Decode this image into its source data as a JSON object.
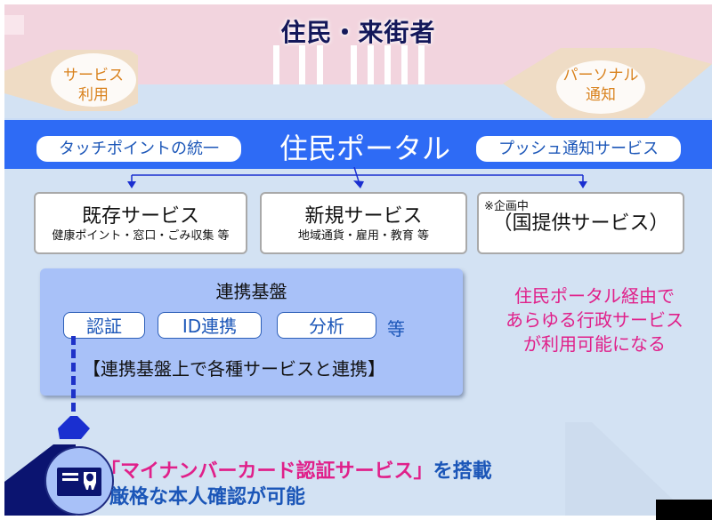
{
  "header": {
    "title": "住民・来街者",
    "left_flow": [
      "サービス",
      "利用"
    ],
    "right_flow": [
      "パーソナル",
      "通知"
    ]
  },
  "portal": {
    "title": "住民ポータル",
    "left_pill": "タッチポイントの統一",
    "right_pill": "プッシュ通知サービス"
  },
  "services": [
    {
      "title": "既存サービス",
      "subtitle": "健康ポイント・窓口・ごみ収集 等",
      "note": ""
    },
    {
      "title": "新規サービス",
      "subtitle": "地域通貨・雇用・教育 等",
      "note": ""
    },
    {
      "title": "（国提供サービス）",
      "subtitle": "",
      "note": "※企画中"
    }
  ],
  "platform": {
    "title": "連携基盤",
    "chips": [
      "認証",
      "ID連携",
      "分析"
    ],
    "etc": "等",
    "description": "【連携基盤上で各種サービスと連携】"
  },
  "callout": {
    "lines": [
      "住民ポータル経由で",
      "あらゆる行政サービス",
      "が利用可能になる"
    ]
  },
  "bottom": {
    "highlight": "「マイナンバーカード認証サービス」",
    "line1_suffix": "を搭載",
    "line2": "厳格な本人確認が可能",
    "icon": "id-card-icon"
  },
  "colors": {
    "background": "#d3e2f3",
    "pink_band": "#f2d4de",
    "portal_bar": "#2e6bf5",
    "platform": "#a8c1f8",
    "accent_pink": "#e0208a",
    "accent_blue": "#1b56b8",
    "navy": "#14185a",
    "orange": "#d9821e"
  }
}
